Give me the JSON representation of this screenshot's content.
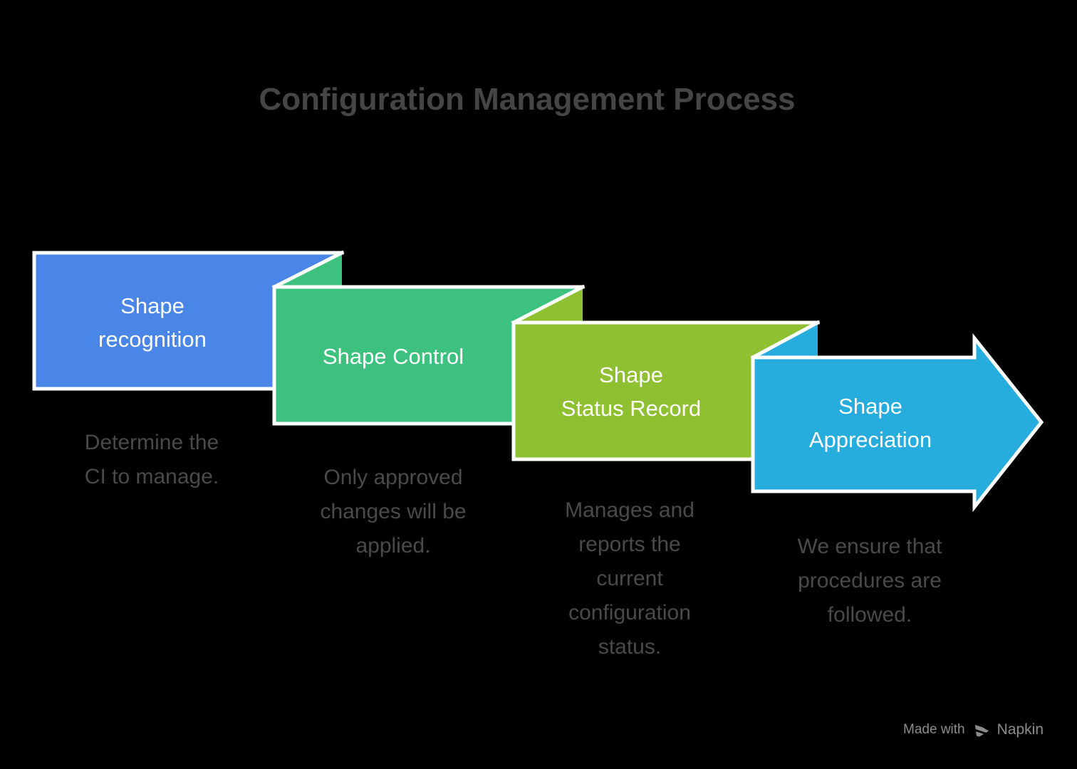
{
  "title": "Configuration Management Process",
  "canvas": {
    "background": "#000000",
    "stroke": "#FFFFFF",
    "title_color": "#454545",
    "description_color": "#4A4A4A",
    "label_color": "#FFFFFF"
  },
  "steps": [
    {
      "label": "Shape\nrecognition",
      "description": "Determine the\nCI to manage.",
      "color": "#4A86E8"
    },
    {
      "label": "Shape Control",
      "description": "Only approved\nchanges will be\napplied.",
      "color": "#3CC27E"
    },
    {
      "label": "Shape\nStatus Record",
      "description": "Manages and\nreports the\ncurrent\nconfiguration\nstatus.",
      "color": "#8FC032"
    },
    {
      "label": "Shape\nAppreciation",
      "description": "We ensure that\nprocedures are\nfollowed.",
      "color": "#27ACDE"
    }
  ],
  "footer": {
    "made_with": "Made with",
    "brand": "Napkin",
    "color": "#8C8C8C"
  }
}
